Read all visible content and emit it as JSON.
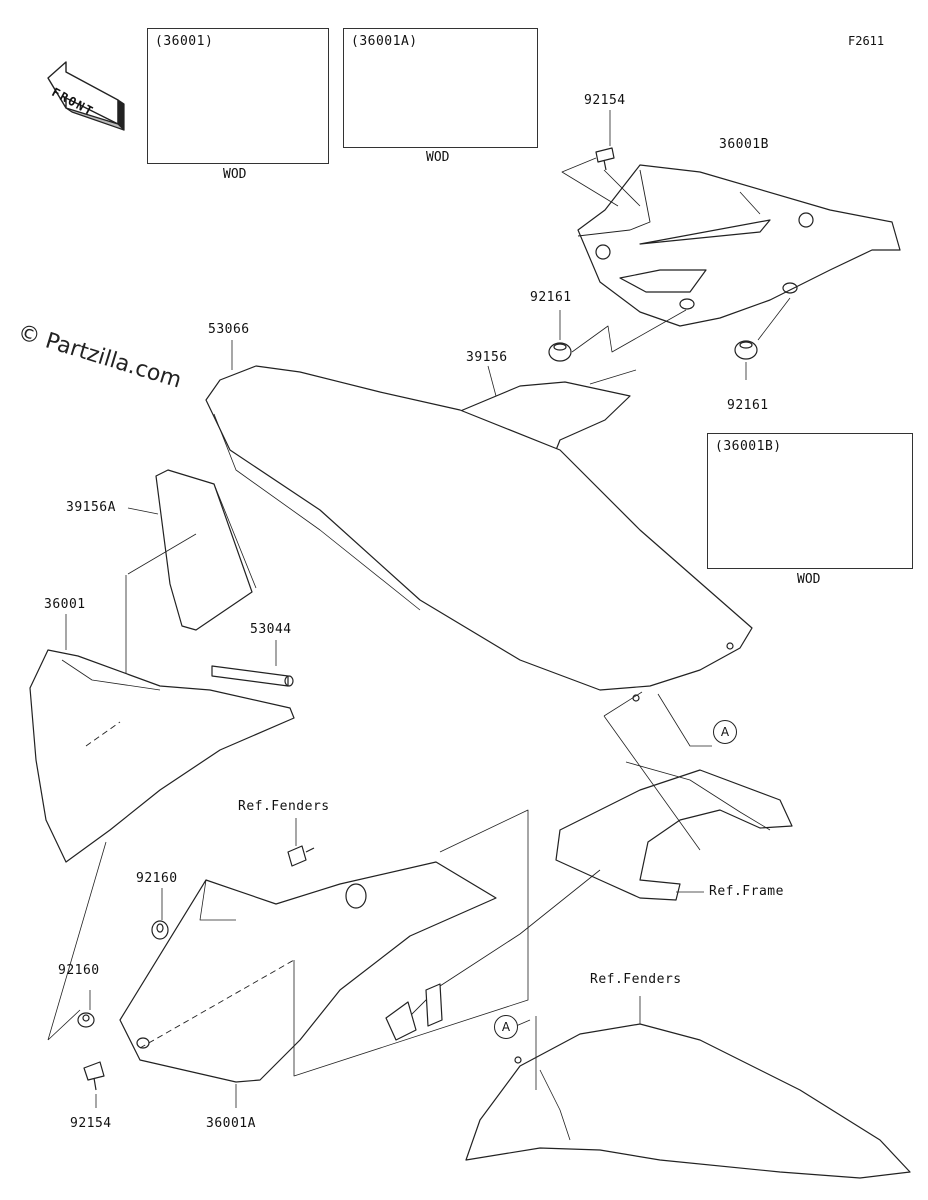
{
  "diagram_code": "F2611",
  "watermark": "© Partzilla.com",
  "front_arrow_label": "FRONT",
  "wod_boxes": [
    {
      "caption": "(36001)",
      "note": "WOD"
    },
    {
      "caption": "(36001A)",
      "note": "WOD"
    },
    {
      "caption": "(36001B)",
      "note": "WOD"
    }
  ],
  "part_labels": {
    "p92154_top": "92154",
    "p36001B": "36001B",
    "p92161_a": "92161",
    "p92161_b": "92161",
    "p53066": "53066",
    "p39156": "39156",
    "p39156A": "39156A",
    "p36001": "36001",
    "p53044": "53044",
    "ref_fenders_1": "Ref.Fenders",
    "ref_frame": "Ref.Frame",
    "p92160_a": "92160",
    "p92160_b": "92160",
    "p92154_bottom": "92154",
    "p36001A": "36001A",
    "ref_fenders_2": "Ref.Fenders"
  },
  "callouts": {
    "a1": "A",
    "a2": "A"
  }
}
